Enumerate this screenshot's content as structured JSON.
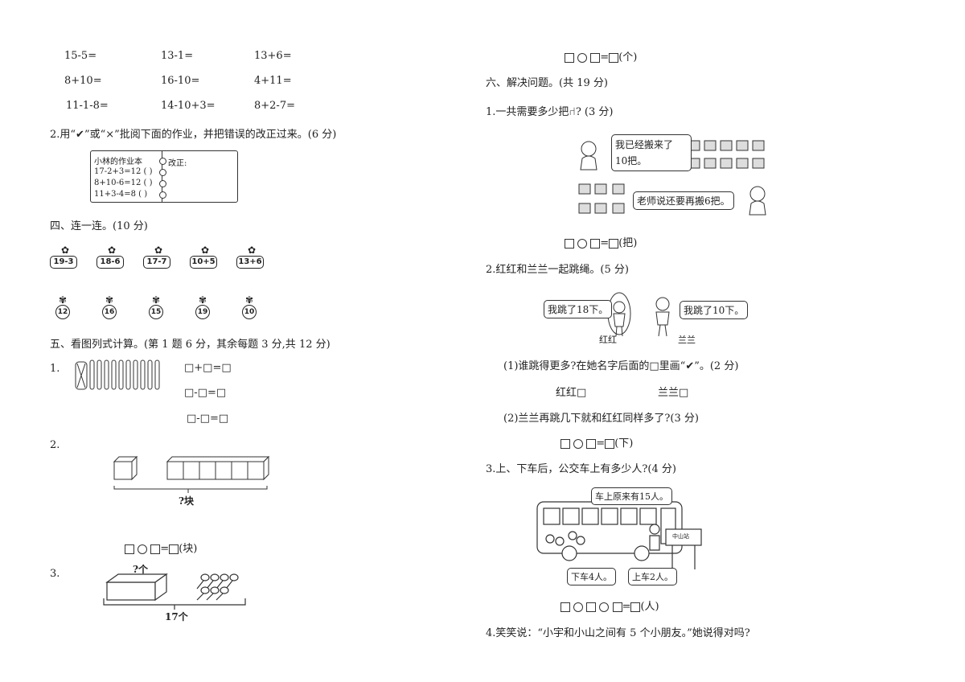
{
  "arith": {
    "r1": [
      "15-5=",
      "13-1=",
      "13+6="
    ],
    "r2": [
      "8+10=",
      "16-10=",
      "4+11="
    ],
    "r3": [
      "11-1-8=",
      "14-10+3=",
      "8+2-7="
    ]
  },
  "q2": {
    "text": "2.用“✔”或“×”批阅下面的作业，并把错误的改正过来。(6 分)",
    "notebook_title": "小林的作业本",
    "fix_label": "改正:",
    "lines": [
      "17-2+3=12 (     )",
      "8+10-6=12 (     )",
      "11+3-4=8 (     )"
    ]
  },
  "s4": {
    "title": "四、连一连。(10 分)",
    "cards": [
      "19-3",
      "18-6",
      "17-7",
      "10+5",
      "13+6"
    ],
    "flowers": [
      "12",
      "16",
      "15",
      "19",
      "10"
    ]
  },
  "s5": {
    "title": "五、看图列式计算。(第 1 题 6 分，其余每题 3 分,共 12 分)",
    "p1_num": "1.",
    "p1_eq": [
      "□+□=□",
      "□-□=□",
      "□-□=□"
    ],
    "p2_num": "2.",
    "p2_brace": "?块",
    "p2_eq_unit": "(块)",
    "p3_num": "3.",
    "p3_top": "?个",
    "p3_total": "17个"
  },
  "right": {
    "top_unit": "(个)",
    "s6_title": "六、解决问题。(共 19 分)",
    "q1": "1.一共需要多少把",
    "q1_tail": "? (3 分)",
    "q1_b1": "我已经搬来了",
    "q1_b1b": "10把。",
    "q1_b2": "老师说还要再搬6把。",
    "q1_unit": "(把)",
    "q2": "2.红红和兰兰一起跳绳。(5 分)",
    "q2_b1": "我跳了18下。",
    "q2_b2": "我跳了10下。",
    "q2_n1": "红红",
    "q2_n2": "兰兰",
    "q2_s1": "(1)谁跳得更多?在她名字后面的□里画“✔”。(2 分)",
    "q2_s1a": "红红□",
    "q2_s1b": "兰兰□",
    "q2_s2": "(2)兰兰再跳几下就和红红同样多了?(3 分)",
    "q2_unit": "(下)",
    "q3": "3.上、下车后，公交车上有多少人?(4 分)",
    "q3_b1": "车上原来有15人。",
    "q3_b2": "下车4人。",
    "q3_b3": "上车2人。",
    "q3_stop": "中山站",
    "q3_unit": "(人)",
    "q4": "4.笑笑说：“小宇和小山之间有 5 个小朋友。”她说得对吗?"
  }
}
